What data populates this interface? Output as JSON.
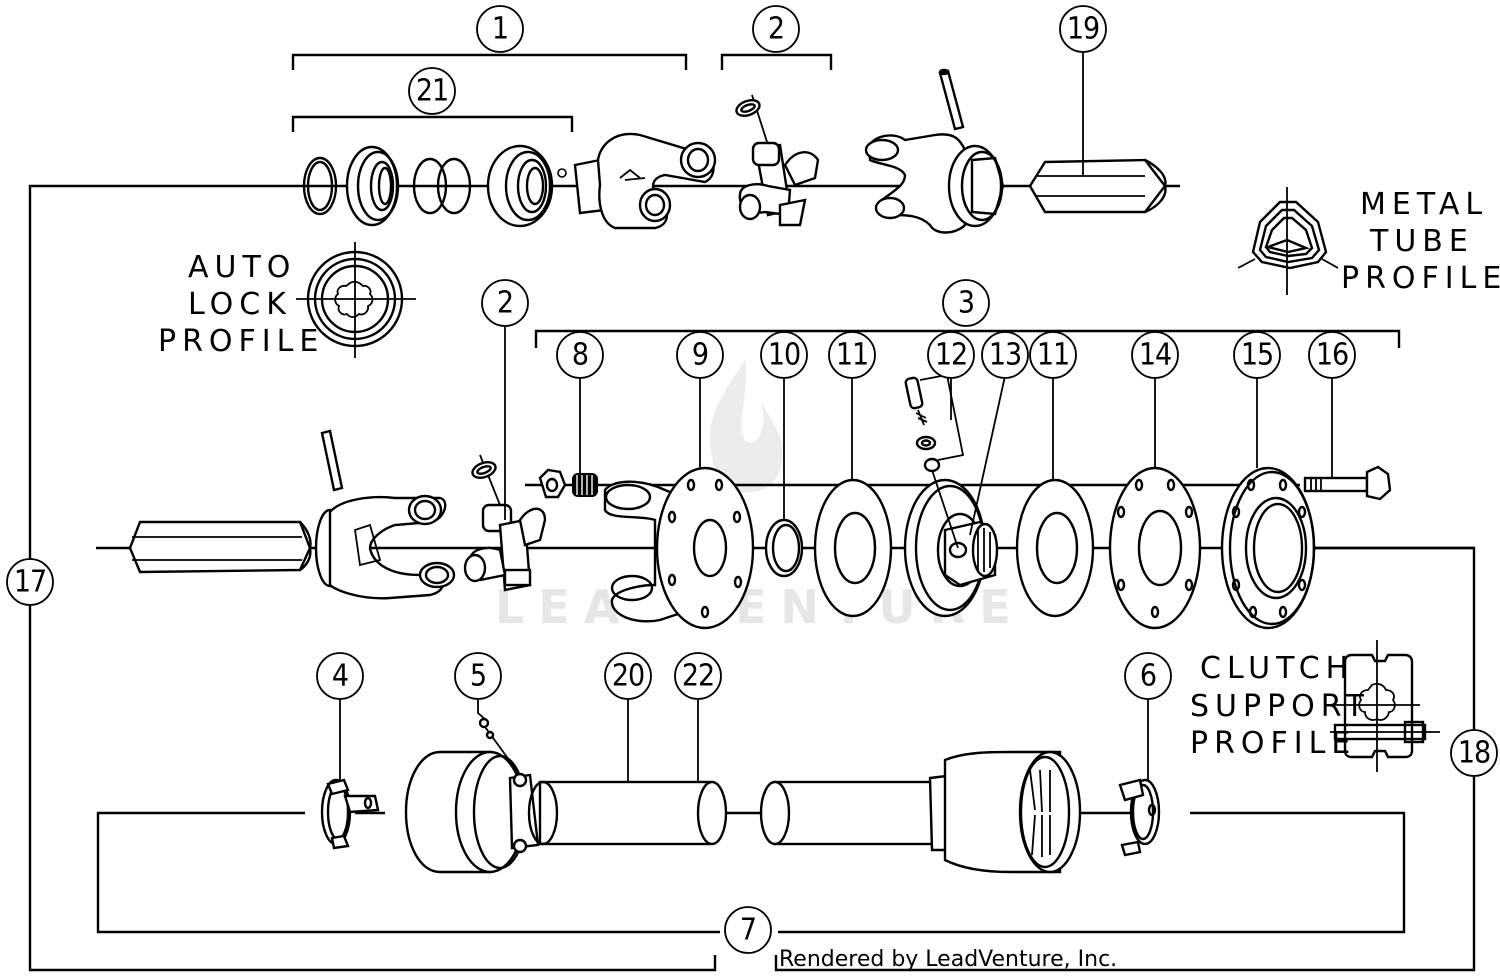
{
  "diagram": {
    "title": "PTO Driveline Exploded Parts Diagram",
    "watermark_text": "LEADVENTURE",
    "credit": "Rendered by LeadVenture, Inc.",
    "callouts": {
      "c1": "1",
      "c2a": "2",
      "c2b": "2",
      "c3": "3",
      "c4": "4",
      "c5": "5",
      "c6": "6",
      "c7": "7",
      "c8": "8",
      "c9": "9",
      "c10": "10",
      "c11a": "11",
      "c11b": "11",
      "c12": "12",
      "c13": "13",
      "c14": "14",
      "c15": "15",
      "c16": "16",
      "c17": "17",
      "c18": "18",
      "c19": "19",
      "c20": "20",
      "c21": "21",
      "c22": "22"
    },
    "profiles": {
      "auto_lock": [
        "AUTO",
        "LOCK",
        "PROFILE"
      ],
      "metal_tube": [
        "METAL",
        "TUBE",
        "PROFILE"
      ],
      "clutch_support": [
        "CLUTCH",
        "SUPPORT",
        "PROFILE"
      ]
    }
  }
}
